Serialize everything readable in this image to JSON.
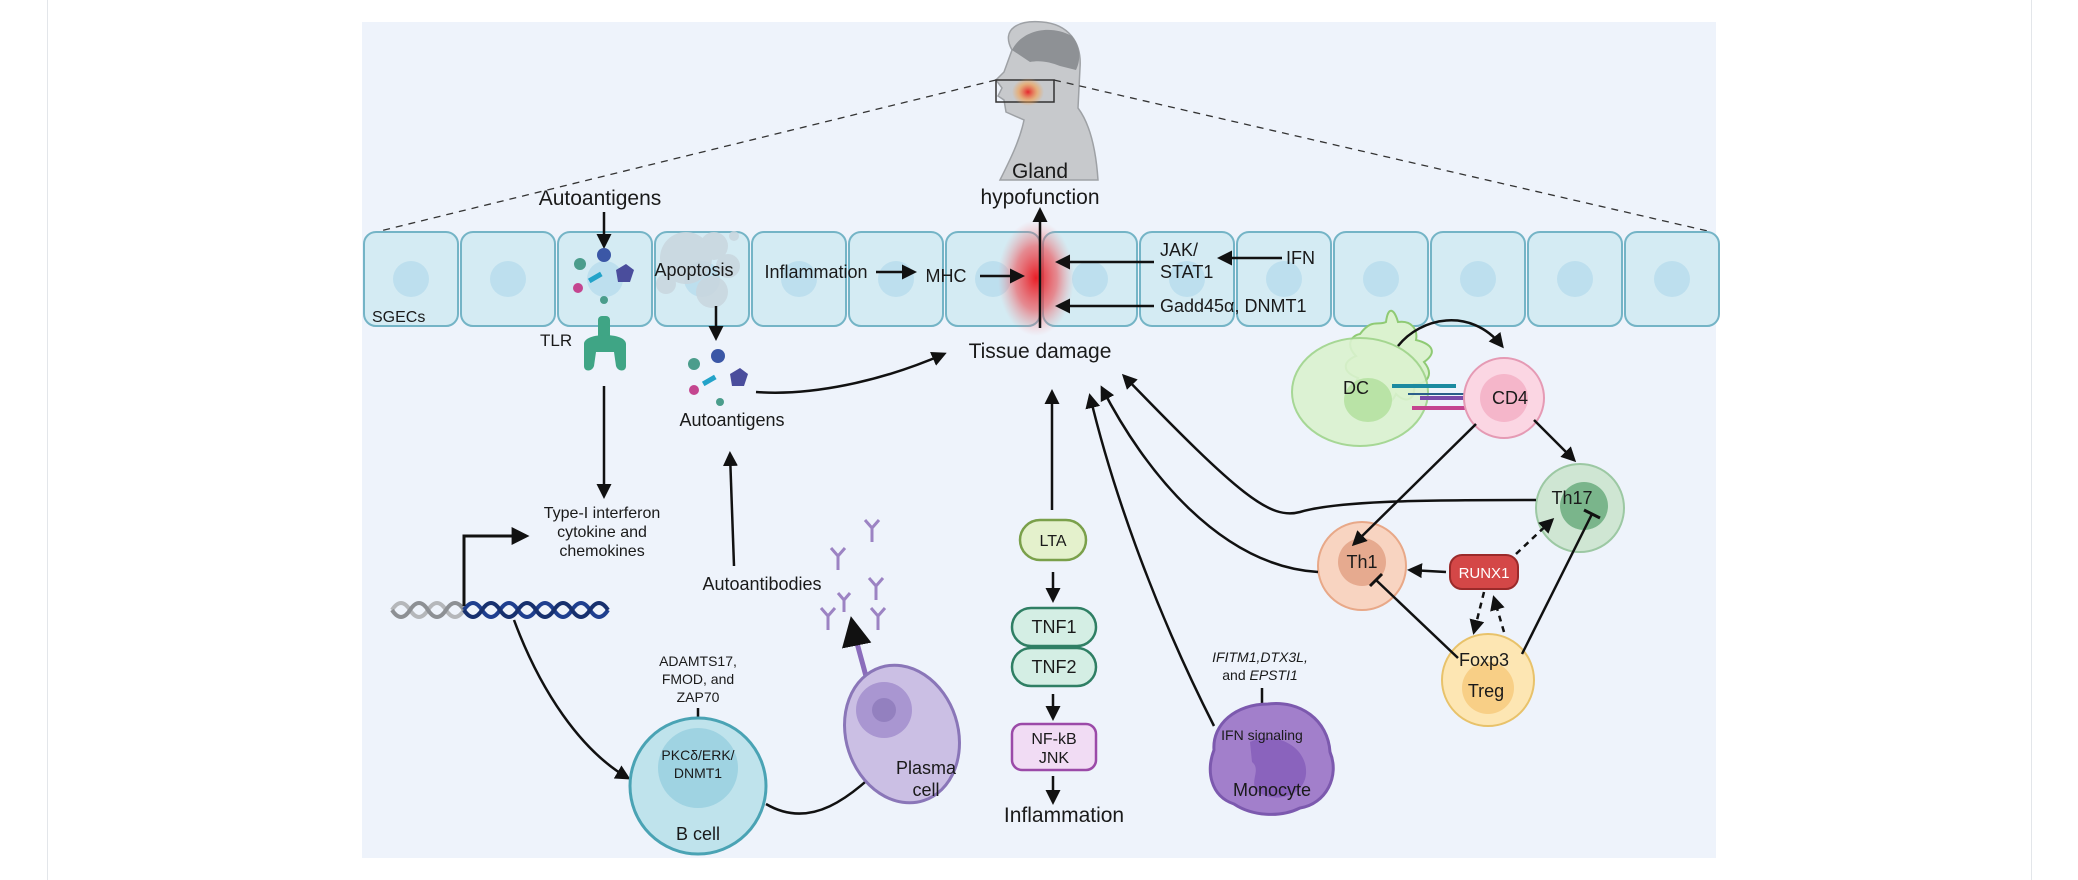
{
  "labels": {
    "gland": "Gland",
    "hypofunction": "hypofunction",
    "autoantigens_top": "Autoantigens",
    "sgecs": "SGECs",
    "tlr": "TLR",
    "apoptosis": "Apoptosis",
    "inflammation_inner": "Inflammation",
    "mhc": "MHC",
    "jak": "JAK/",
    "stat1": "STAT1",
    "ifn": "IFN",
    "gadd": "Gadd45α,  DNMT1",
    "tissue_damage": "Tissue damage",
    "autoantigens_mid": "Autoantigens",
    "type1_l1": "Type-I interferon",
    "type1_l2": "cytokine and",
    "type1_l3": "chemokines",
    "autoantibodies": "Autoantibodies",
    "adam_l1": "ADAMTS17,",
    "adam_l2": "FMOD, and",
    "adam_l3": "ZAP70",
    "pkc_l1": "PKCδ/ERK/",
    "pkc_l2": "DNMT1",
    "bcell": "B cell",
    "plasma_l1": "Plasma",
    "plasma_l2": "cell",
    "lta": "LTA",
    "tnf1": "TNF1",
    "tnf2": "TNF2",
    "nfkb": "NF-kB",
    "jnk": "JNK",
    "inflammation_bottom": "Inflammation",
    "ifitm_l1": "IFITM1,DTX3L,",
    "ifitm_l2": "and ",
    "ifitm_l2b": "EPSTI1",
    "ifn_signaling": "IFN signaling",
    "monocyte": "Monocyte",
    "dc": "DC",
    "cd4": "CD4",
    "th17": "Th17",
    "th1": "Th1",
    "runx1": "RUNX1",
    "foxp3": "Foxp3",
    "treg": "Treg"
  },
  "colors": {
    "panel": "#eef3fb",
    "epithelium": "#d4ebf3",
    "epithelium_stroke": "#74b4c6",
    "nucleus": "#bddfee",
    "damage_red": "#e8141c",
    "tlr": "#3fa585",
    "dc": "#dbf2cf",
    "cd4": "#fbd6e3",
    "th17": "#cfe6d3",
    "th1": "#f8d4c1",
    "treg": "#fde6b3",
    "runx1": "#d44747",
    "monocyte": "#a27fcb",
    "plasma": "#cbbfe4",
    "bcell": "#bfe3ec",
    "lta": "#e4f1cc",
    "tnf": "#d4eee4",
    "nfkb": "#f1dcf4"
  },
  "icons": [
    "head-icon",
    "dna-icon",
    "antibody-icon",
    "tlr-receptor-icon",
    "antigen-cluster-icon"
  ]
}
